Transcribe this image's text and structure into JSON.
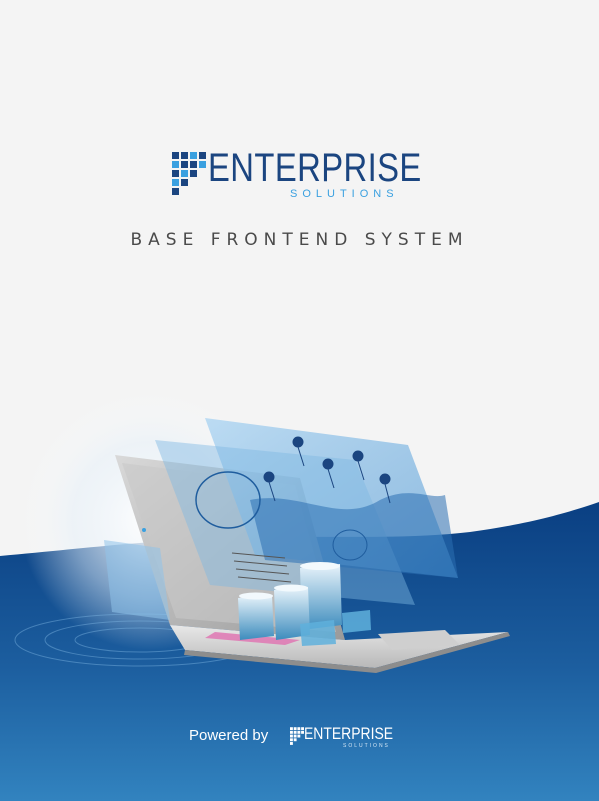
{
  "brand": {
    "name": "ENTERPRISE",
    "subtitle": "SOLUTIONS"
  },
  "tagline": "BASE FRONTEND SYSTEM",
  "footer": {
    "powered_by": "Powered by",
    "brand_name": "ENTERPRISE",
    "brand_subtitle": "SOLUTIONS"
  },
  "colors": {
    "background": "#f4f4f4",
    "brand_dark": "#1b4580",
    "brand_light": "#3aa0e0",
    "wave_dark": "#0d4587",
    "wave_light": "#2f7dbd"
  },
  "illustration": {
    "icon": "laptop-dashboard-illustration"
  }
}
